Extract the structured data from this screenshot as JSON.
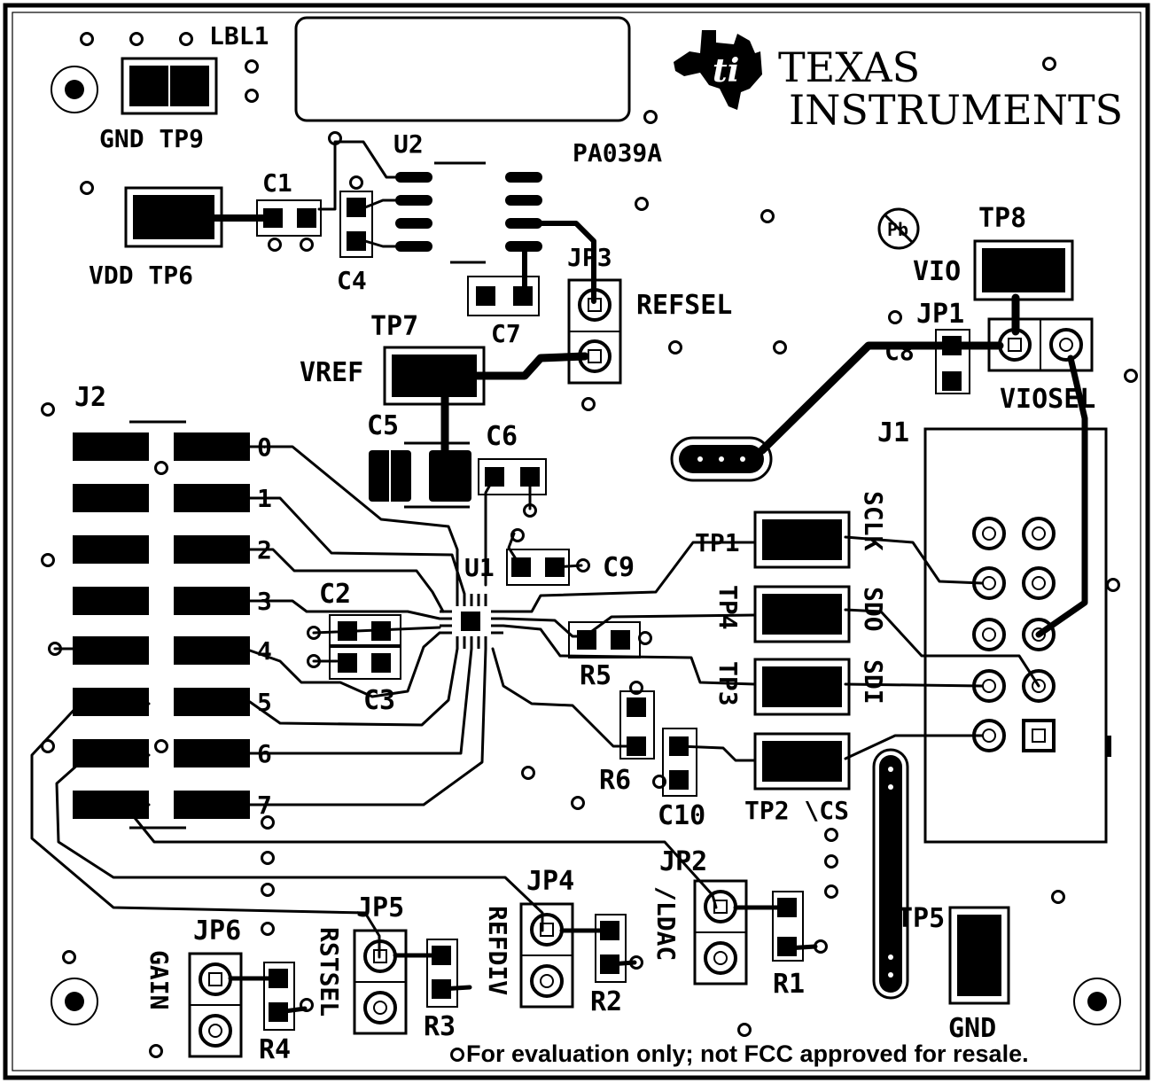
{
  "board": {
    "part_number": "PA039A",
    "footer_note": "For evaluation only; not FCC approved for resale.",
    "logo": {
      "line1": "TEXAS",
      "line2": "INSTRUMENTS",
      "pb_free_mark": "Pb"
    }
  },
  "labels": {
    "LBL1": "LBL1",
    "GND_TP9": "GND TP9",
    "VDD_TP6": "VDD TP6",
    "C1": "C1",
    "U2": "U2",
    "C4": "C4",
    "JP3": "JP3",
    "REFSEL": "REFSEL",
    "C7": "C7",
    "TP7": "TP7",
    "VREF": "VREF",
    "TP8": "TP8",
    "VIO": "VIO",
    "JP1": "JP1",
    "C8": "C8",
    "VIOSEL": "VIOSEL",
    "J1": "J1",
    "J2": "J2",
    "C5": "C5",
    "C6": "C6",
    "C9": "C9",
    "U1": "U1",
    "C2": "C2",
    "C3": "C3",
    "R5": "R5",
    "R6": "R6",
    "C10": "C10",
    "TP1": "TP1",
    "TP4": "TP4",
    "TP3": "TP3",
    "TP2_CS": "TP2 \\CS",
    "SCLK": "SCLK",
    "SDO": "SDO",
    "SDI": "SDI",
    "JP2": "JP2",
    "LDAC": "/LDAC",
    "R1": "R1",
    "JP4": "JP4",
    "REFDIV": "REFDIV",
    "R2": "R2",
    "JP5": "JP5",
    "RSTSEL": "RSTSEL",
    "R3": "R3",
    "JP6": "JP6",
    "GAIN": "GAIN",
    "R4": "R4",
    "TP5": "TP5",
    "GND": "GND"
  },
  "j2_pins": [
    "0",
    "1",
    "2",
    "3",
    "4",
    "5",
    "6",
    "7"
  ]
}
